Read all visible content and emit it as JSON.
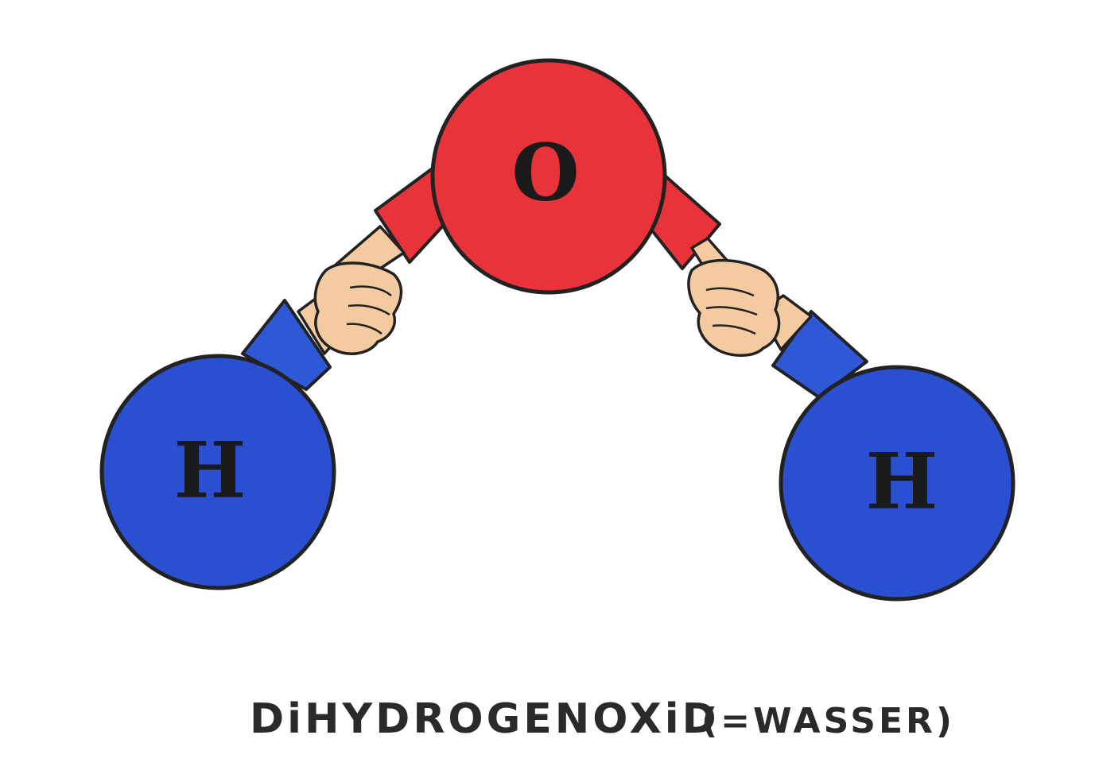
{
  "atoms": {
    "oxygen": {
      "label": "O",
      "color": "#e8333a"
    },
    "hydrogen_left": {
      "label": "H",
      "color": "#2a4fd0"
    },
    "hydrogen_right": {
      "label": "H",
      "color": "#2a4fd0"
    }
  },
  "colors": {
    "outline": "#222222",
    "skin": "#f4caa0",
    "sleeve_red": "#e8333a",
    "sleeve_blue": "#2f58d6"
  },
  "caption": {
    "name": "DiHYDROGENOXiD",
    "note": "(=WASSER)"
  }
}
